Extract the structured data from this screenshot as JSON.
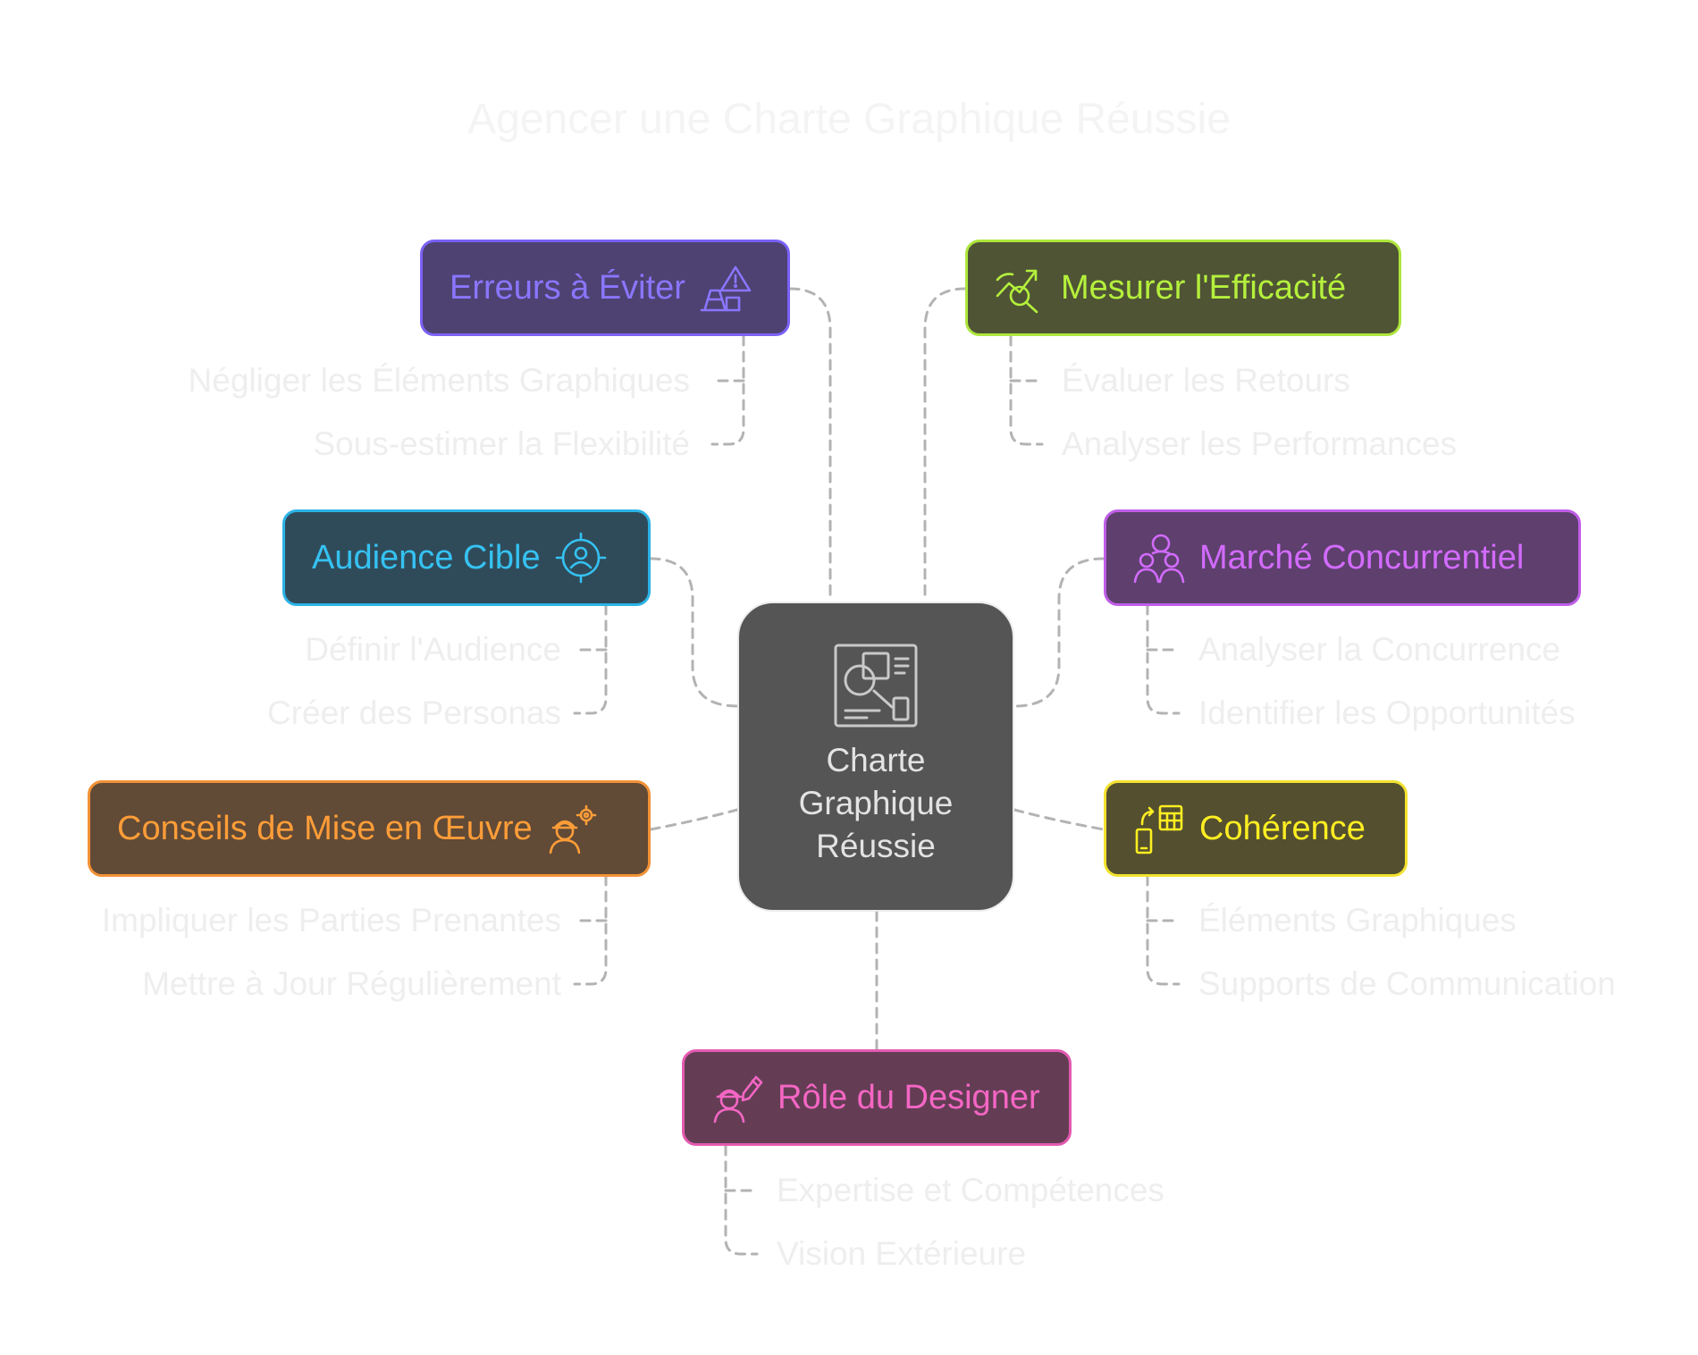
{
  "title": "Agencer une Charte Graphique Réussie",
  "center": {
    "label_lines": [
      "Charte",
      "Graphique",
      "Réussie"
    ],
    "icon": "brand-board-icon"
  },
  "branches": [
    {
      "id": "erreurs",
      "label": "Erreurs à Éviter",
      "icon": "warning-cone-icon",
      "colors": {
        "border": "#7b61f6",
        "fill": "#4e4273",
        "text": "#8a76ff"
      },
      "items": [
        "Négliger les Éléments Graphiques",
        "Sous-estimer la Flexibilité"
      ]
    },
    {
      "id": "mesurer",
      "label": "Mesurer l'Efficacité",
      "icon": "chart-search-icon",
      "colors": {
        "border": "#aee63d",
        "fill": "#4f5434",
        "text": "#b4f03c"
      },
      "items": [
        "Évaluer les Retours",
        "Analyser les Performances"
      ]
    },
    {
      "id": "audience",
      "label": "Audience Cible",
      "icon": "target-user-icon",
      "colors": {
        "border": "#2bb3e6",
        "fill": "#2f4b5a",
        "text": "#35c2f2"
      },
      "items": [
        "Définir l'Audience",
        "Créer des Personas"
      ]
    },
    {
      "id": "marche",
      "label": "Marché Concurrentiel",
      "icon": "competitors-icon",
      "colors": {
        "border": "#c05ee8",
        "fill": "#5e3f6d",
        "text": "#d36bff"
      },
      "items": [
        "Analyser la Concurrence",
        "Identifier les Opportunités"
      ]
    },
    {
      "id": "conseils",
      "label": "Conseils de Mise en Œuvre",
      "icon": "worker-gear-icon",
      "colors": {
        "border": "#f29236",
        "fill": "#614a36",
        "text": "#ff9d38"
      },
      "items": [
        "Impliquer les Parties Prenantes",
        "Mettre à Jour Régulièrement"
      ]
    },
    {
      "id": "coherence",
      "label": "Cohérence",
      "icon": "devices-sync-icon",
      "colors": {
        "border": "#f2e22f",
        "fill": "#534f2f",
        "text": "#ffee22"
      },
      "items": [
        "Éléments Graphiques",
        "Supports de Communication"
      ]
    },
    {
      "id": "designer",
      "label": "Rôle du Designer",
      "icon": "designer-pencil-icon",
      "colors": {
        "border": "#e35ab0",
        "fill": "#643d55",
        "text": "#f566c4"
      },
      "items": [
        "Expertise et Compétences",
        "Vision Extérieure"
      ]
    }
  ],
  "connector_color": "#b3b3b3"
}
